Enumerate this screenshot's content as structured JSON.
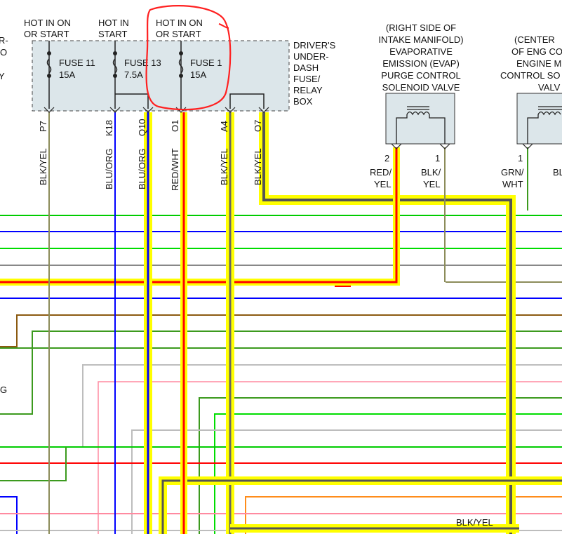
{
  "fuse_box": {
    "title_lines": [
      "DRIVER'S",
      "UNDER-",
      "DASH",
      "FUSE/",
      "RELAY",
      "BOX"
    ],
    "fuses": [
      {
        "hot_lines": [
          "HOT IN ON",
          "OR START"
        ],
        "name": "FUSE 11",
        "rating": "15A"
      },
      {
        "hot_lines": [
          "HOT IN",
          "START"
        ],
        "name": "FUSE 13",
        "rating": "7.5A"
      },
      {
        "hot_lines": [
          "HOT IN ON",
          "OR START"
        ],
        "name": "FUSE 1",
        "rating": "15A"
      }
    ],
    "pins": [
      "P7",
      "K18",
      "Q10",
      "O1",
      "A4",
      "O7"
    ],
    "wires": [
      "BLK/YEL",
      "BLU/ORG",
      "BLU/ORG",
      "RED/WHT",
      "BLK/YEL",
      "BLK/YEL"
    ]
  },
  "evap_valve": {
    "title_lines": [
      "(RIGHT SIDE OF",
      "INTAKE MANIFOLD)",
      "EVAPORATIVE",
      "EMISSION (EVAP)",
      "PURGE CONTROL",
      "SOLENOID VALVE"
    ],
    "pins": [
      "2",
      "1"
    ],
    "wires": [
      [
        "RED/",
        "YEL"
      ],
      [
        "BLK/",
        "YEL"
      ]
    ]
  },
  "center_valve": {
    "title_lines": [
      "(CENTER",
      "OF ENG CO",
      "ENGINE M",
      "CONTROL SO",
      "VALV"
    ],
    "pins": [
      "1"
    ],
    "wires": [
      [
        "GRN/",
        "WHT"
      ],
      [
        "BL",
        ""
      ]
    ]
  },
  "left_edge_text": [
    "R-",
    "O",
    "Y",
    "G"
  ],
  "bottom_label": "BLK/YEL",
  "colors": {
    "red": "#ff0000",
    "blue": "#0000ff",
    "yellow_highlight": "#ffff00",
    "green": "#00cc00",
    "brown": "#8b5a10",
    "dark_green": "#3c9a1e",
    "gray": "#bdbdbd",
    "pink": "#ff8aa0",
    "orange": "#ff8c1a",
    "olive": "#8c8c5a",
    "annotation_circle": "#ff2020"
  }
}
